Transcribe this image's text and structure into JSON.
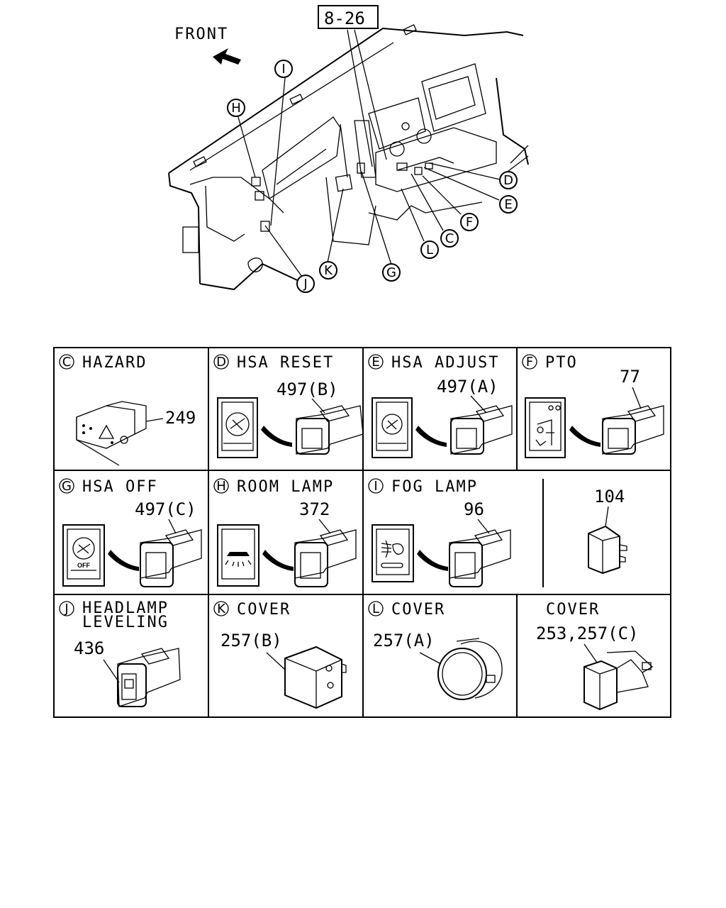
{
  "overview": {
    "front_label": "FRONT",
    "ref_box": "8-26",
    "callouts": [
      "I",
      "H",
      "D",
      "E",
      "F",
      "C",
      "L",
      "G",
      "K",
      "J"
    ]
  },
  "cells": [
    {
      "letter": "C",
      "title": "HAZARD",
      "part": "249"
    },
    {
      "letter": "D",
      "title": "HSA RESET",
      "part": "497(B)"
    },
    {
      "letter": "E",
      "title": "HSA ADJUST",
      "part": "497(A)"
    },
    {
      "letter": "F",
      "title": "PTO",
      "part": "77"
    },
    {
      "letter": "G",
      "title": "HSA OFF",
      "part": "497(C)",
      "switch_text": "OFF"
    },
    {
      "letter": "H",
      "title": "ROOM LAMP",
      "part": "372"
    },
    {
      "letter": "I",
      "title": "FOG LAMP",
      "part": "96"
    },
    {
      "letter": "",
      "title": "",
      "part": "104"
    },
    {
      "letter": "J",
      "title": "HEADLAMP",
      "title2": "LEVELING",
      "part": "436"
    },
    {
      "letter": "K",
      "title": "COVER",
      "part": "257(B)"
    },
    {
      "letter": "L",
      "title": "COVER",
      "part": "257(A)"
    },
    {
      "letter": "",
      "title": "COVER",
      "part": "253,257(C)"
    }
  ]
}
